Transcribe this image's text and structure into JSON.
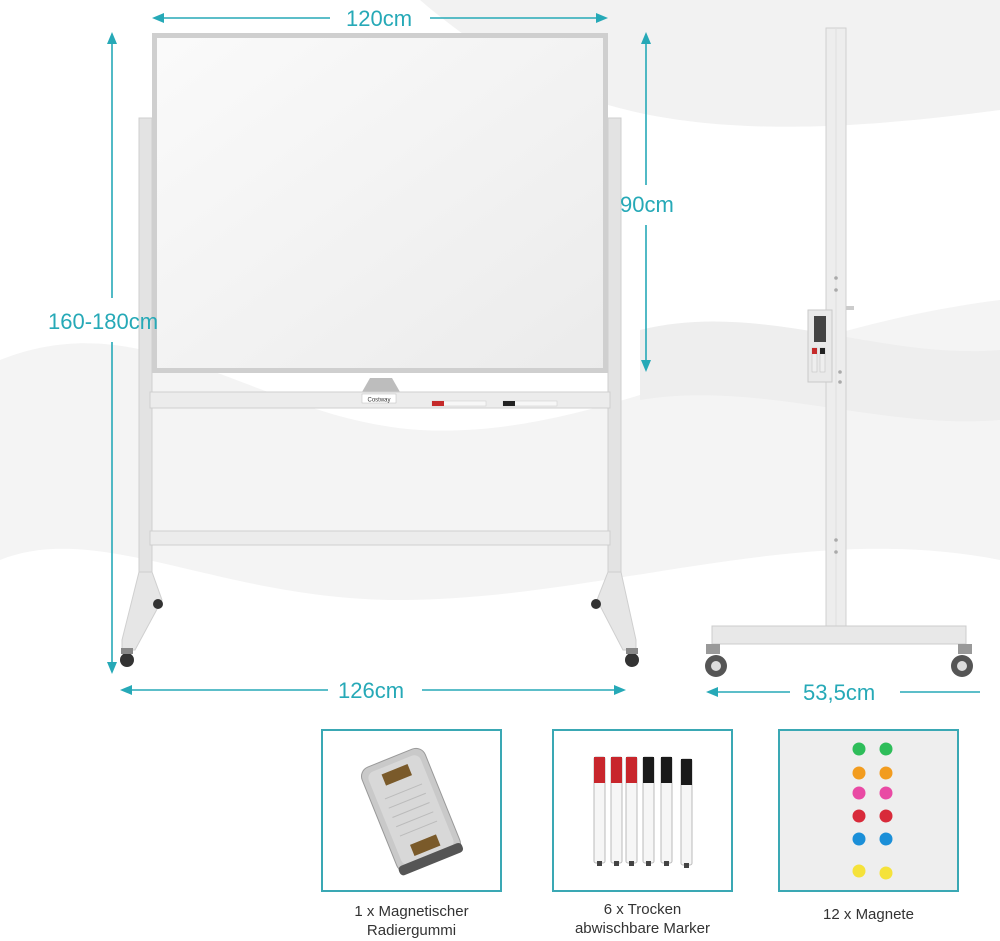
{
  "dimensions": {
    "board_width": "120cm",
    "board_height": "90cm",
    "total_height": "160-180cm",
    "stand_width": "126cm",
    "stand_depth": "53,5cm"
  },
  "brand_logo": "Costway",
  "accessories": [
    {
      "id": "eraser",
      "label_line1": "1 x Magnetischer",
      "label_line2": "Radiergummi"
    },
    {
      "id": "markers",
      "label_line1": "6 x Trocken",
      "label_line2": "abwischbare Marker"
    },
    {
      "id": "magnets",
      "label_line1": "12 x Magnete",
      "label_line2": ""
    }
  ],
  "colors": {
    "accent": "#26a9b7",
    "frame": "#cfcfcf",
    "board": "#f1f1f1"
  }
}
